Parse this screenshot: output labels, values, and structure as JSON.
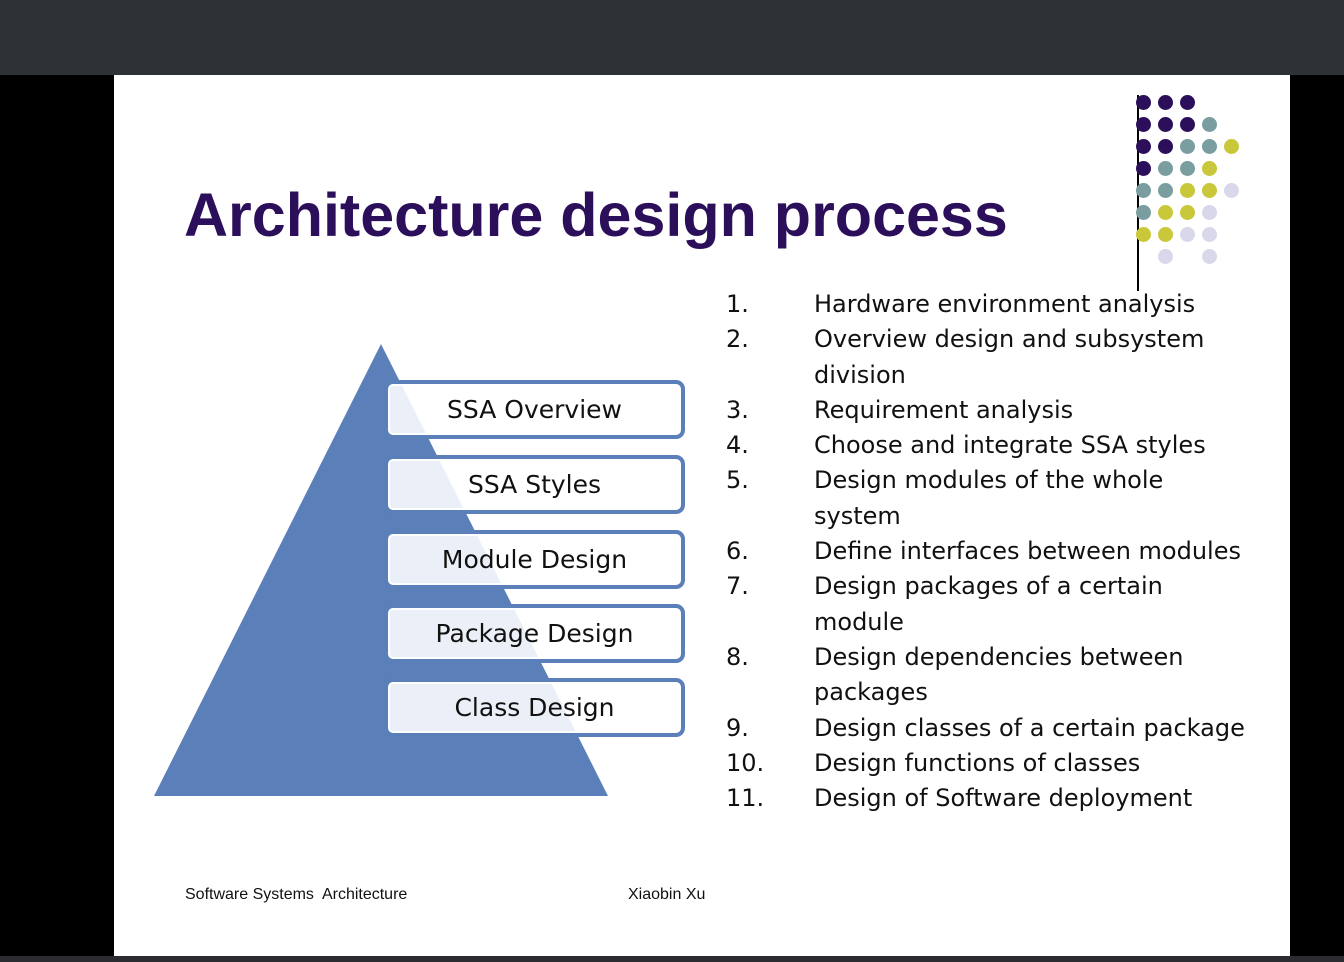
{
  "slide": {
    "title": "Architecture design process",
    "pyramid": {
      "levels": [
        "SSA Overview",
        "SSA Styles",
        "Module Design",
        "Package Design",
        "Class Design"
      ]
    },
    "steps": [
      {
        "number": "1.",
        "text": "Hardware environment analysis"
      },
      {
        "number": "2.",
        "text": "Overview design and subsystem division"
      },
      {
        "number": "3.",
        "text": "Requirement analysis"
      },
      {
        "number": "4.",
        "text": "Choose and integrate SSA styles"
      },
      {
        "number": "5.",
        "text": "Design modules of the whole system"
      },
      {
        "number": "6.",
        "text": "Define interfaces between modules"
      },
      {
        "number": "7.",
        "text": "Design packages of a certain module"
      },
      {
        "number": "8.",
        "text": "Design dependencies between packages"
      },
      {
        "number": "9.",
        "text": "Design classes of a certain package"
      },
      {
        "number": "10.",
        "text": "Design functions of classes"
      },
      {
        "number": "11.",
        "text": "Design of Software deployment"
      }
    ],
    "footer": {
      "left": "Software Systems  Architecture",
      "right": "Xiaobin Xu"
    }
  },
  "colors": {
    "title": "#2c0f5a",
    "pyramid": "#5b7fb8",
    "dot_purple": "#2c0f5a",
    "dot_teal": "#7a9ea0",
    "dot_yellow": "#c9c73a",
    "dot_lavender": "#d8d8ea"
  },
  "decoration": "dot-grid-logo"
}
